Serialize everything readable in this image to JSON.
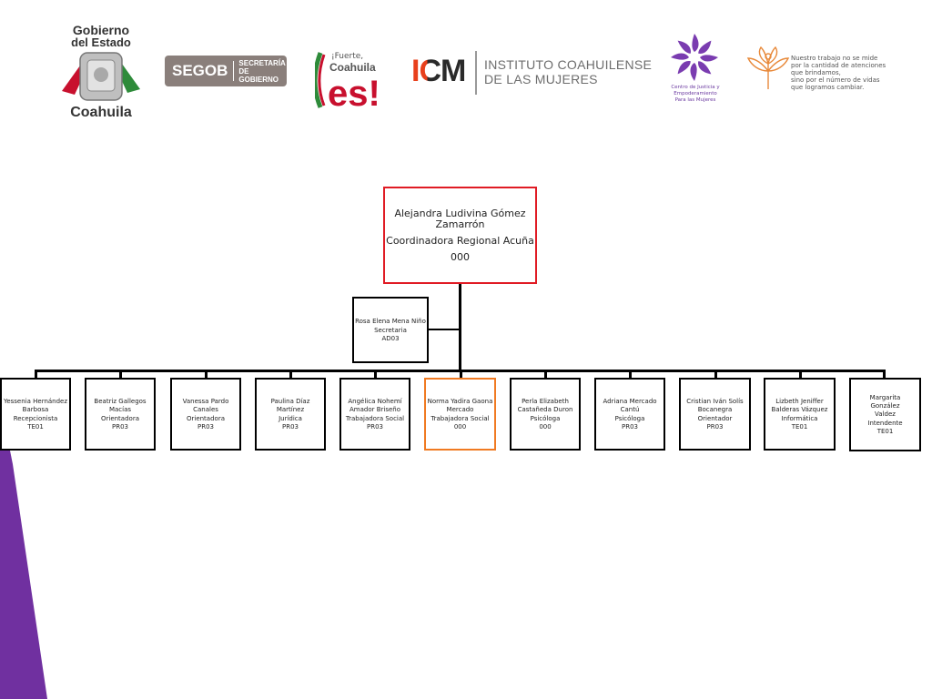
{
  "header": {
    "gobierno_logo": {
      "line1": "Gobierno",
      "line2": "del Estado",
      "line3": "Coahuila"
    },
    "segob_logo": {
      "main": "SEGOB",
      "sub": "SECRETARÍA\nDE GOBIERNO"
    },
    "fuerte_logo": {
      "line1": "¡Fuerte,",
      "line2": "Coahuila",
      "line3": "es!"
    },
    "icm_logo": {
      "mark": "ICM",
      "name": "INSTITUTO COAHUILENSE\nDE LAS MUJERES"
    },
    "cjem_logo": {
      "text": "Centro de Justicia y\nEmpoderamiento\nPara las Mujeres"
    },
    "quote": "Nuestro trabajo no se mide\npor la cantidad de atenciones\nque brindamos,\nsino por el número de vidas\nque logramos cambiar."
  },
  "org": {
    "head": {
      "name": "Alejandra Ludivina Gómez Zamarrón",
      "role": "Coordinadora Regional Acuña",
      "code": "000"
    },
    "secretary": {
      "name": "Rosa Elena Mena Niño",
      "role": "Secretaria",
      "code": "AD03"
    },
    "staff": [
      {
        "name": "Yessenia Hernández Barbosa",
        "role": "Recepcionista",
        "code": "TE01"
      },
      {
        "name": "Beatriz Gallegos Macías",
        "role": "Orientadora",
        "code": "PR03"
      },
      {
        "name": "Vanessa Pardo Canales",
        "role": "Orientadora",
        "code": "PR03"
      },
      {
        "name": "Paulina Díaz Martínez",
        "role": "Jurídica",
        "code": "PR03"
      },
      {
        "name": "Angélica Nohemí Amador Briseño",
        "role": "Trabajadora Social",
        "code": "PR03"
      },
      {
        "name": "Norma Yadira Gaona Mercado",
        "role": "Trabajadora Social",
        "code": "000"
      },
      {
        "name": "Perla Elizabeth Castañeda Duron",
        "role": "Psicóloga",
        "code": "000"
      },
      {
        "name": "Adriana Mercado Cantú",
        "role": "Psicóloga",
        "code": "PR03"
      },
      {
        "name": "Cristian Iván Solís Bocanegra",
        "role": "Orientador",
        "code": "PR03"
      },
      {
        "name": "Lizbeth Jeniffer Balderas Vázquez",
        "role": "Informática",
        "code": "TE01"
      },
      {
        "name": "Margarita González Valdez",
        "role": "Intendente",
        "code": "TE01"
      }
    ]
  },
  "colors": {
    "head_border": "#e01b24",
    "highlight_border": "#f07a22",
    "accent_purple": "#7030a0"
  }
}
